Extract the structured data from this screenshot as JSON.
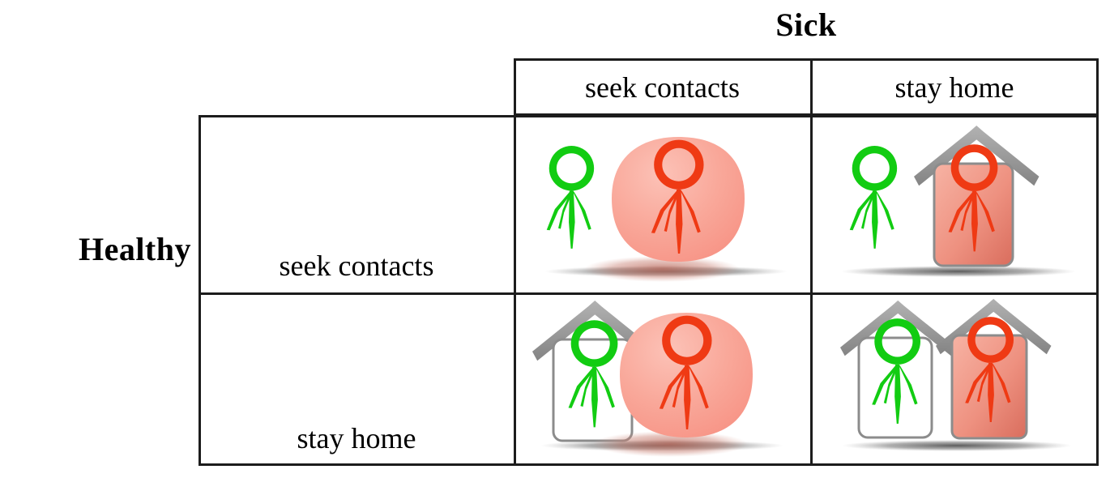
{
  "matrix": {
    "column_group_title": "Sick",
    "row_group_title": "Healthy",
    "column_headers": [
      "seek contacts",
      "stay home"
    ],
    "row_headers": [
      "seek contacts",
      "stay home"
    ],
    "cells": [
      {
        "row": "seek contacts",
        "column": "seek contacts",
        "healthy_figure": {
          "icon": "healthy-person-icon",
          "color": "#12cc12",
          "sheltered": false
        },
        "sick_figure": {
          "icon": "sick-person-icon",
          "color": "#ef3a14",
          "sheltered": false,
          "contagion_cloud": true
        }
      },
      {
        "row": "seek contacts",
        "column": "stay home",
        "healthy_figure": {
          "icon": "healthy-person-icon",
          "color": "#12cc12",
          "sheltered": false
        },
        "sick_figure": {
          "icon": "sick-person-icon",
          "color": "#ef3a14",
          "sheltered": true,
          "contagion_cloud": false
        }
      },
      {
        "row": "stay home",
        "column": "seek contacts",
        "healthy_figure": {
          "icon": "healthy-person-icon",
          "color": "#12cc12",
          "sheltered": true
        },
        "sick_figure": {
          "icon": "sick-person-icon",
          "color": "#ef3a14",
          "sheltered": false,
          "contagion_cloud": true
        }
      },
      {
        "row": "stay home",
        "column": "stay home",
        "healthy_figure": {
          "icon": "healthy-person-icon",
          "color": "#12cc12",
          "sheltered": true
        },
        "sick_figure": {
          "icon": "sick-person-icon",
          "color": "#ef3a14",
          "sheltered": true,
          "contagion_cloud": false
        }
      }
    ]
  },
  "colors": {
    "grid_line": "#1c1c1c",
    "healthy_green": "#12cc12",
    "sick_red": "#ef3a14",
    "contagion_pink": "#f9a79a",
    "house_outline_gray": "#8c8c8c",
    "shadow_gray": "#5a5a5a",
    "background": "#ffffff"
  }
}
